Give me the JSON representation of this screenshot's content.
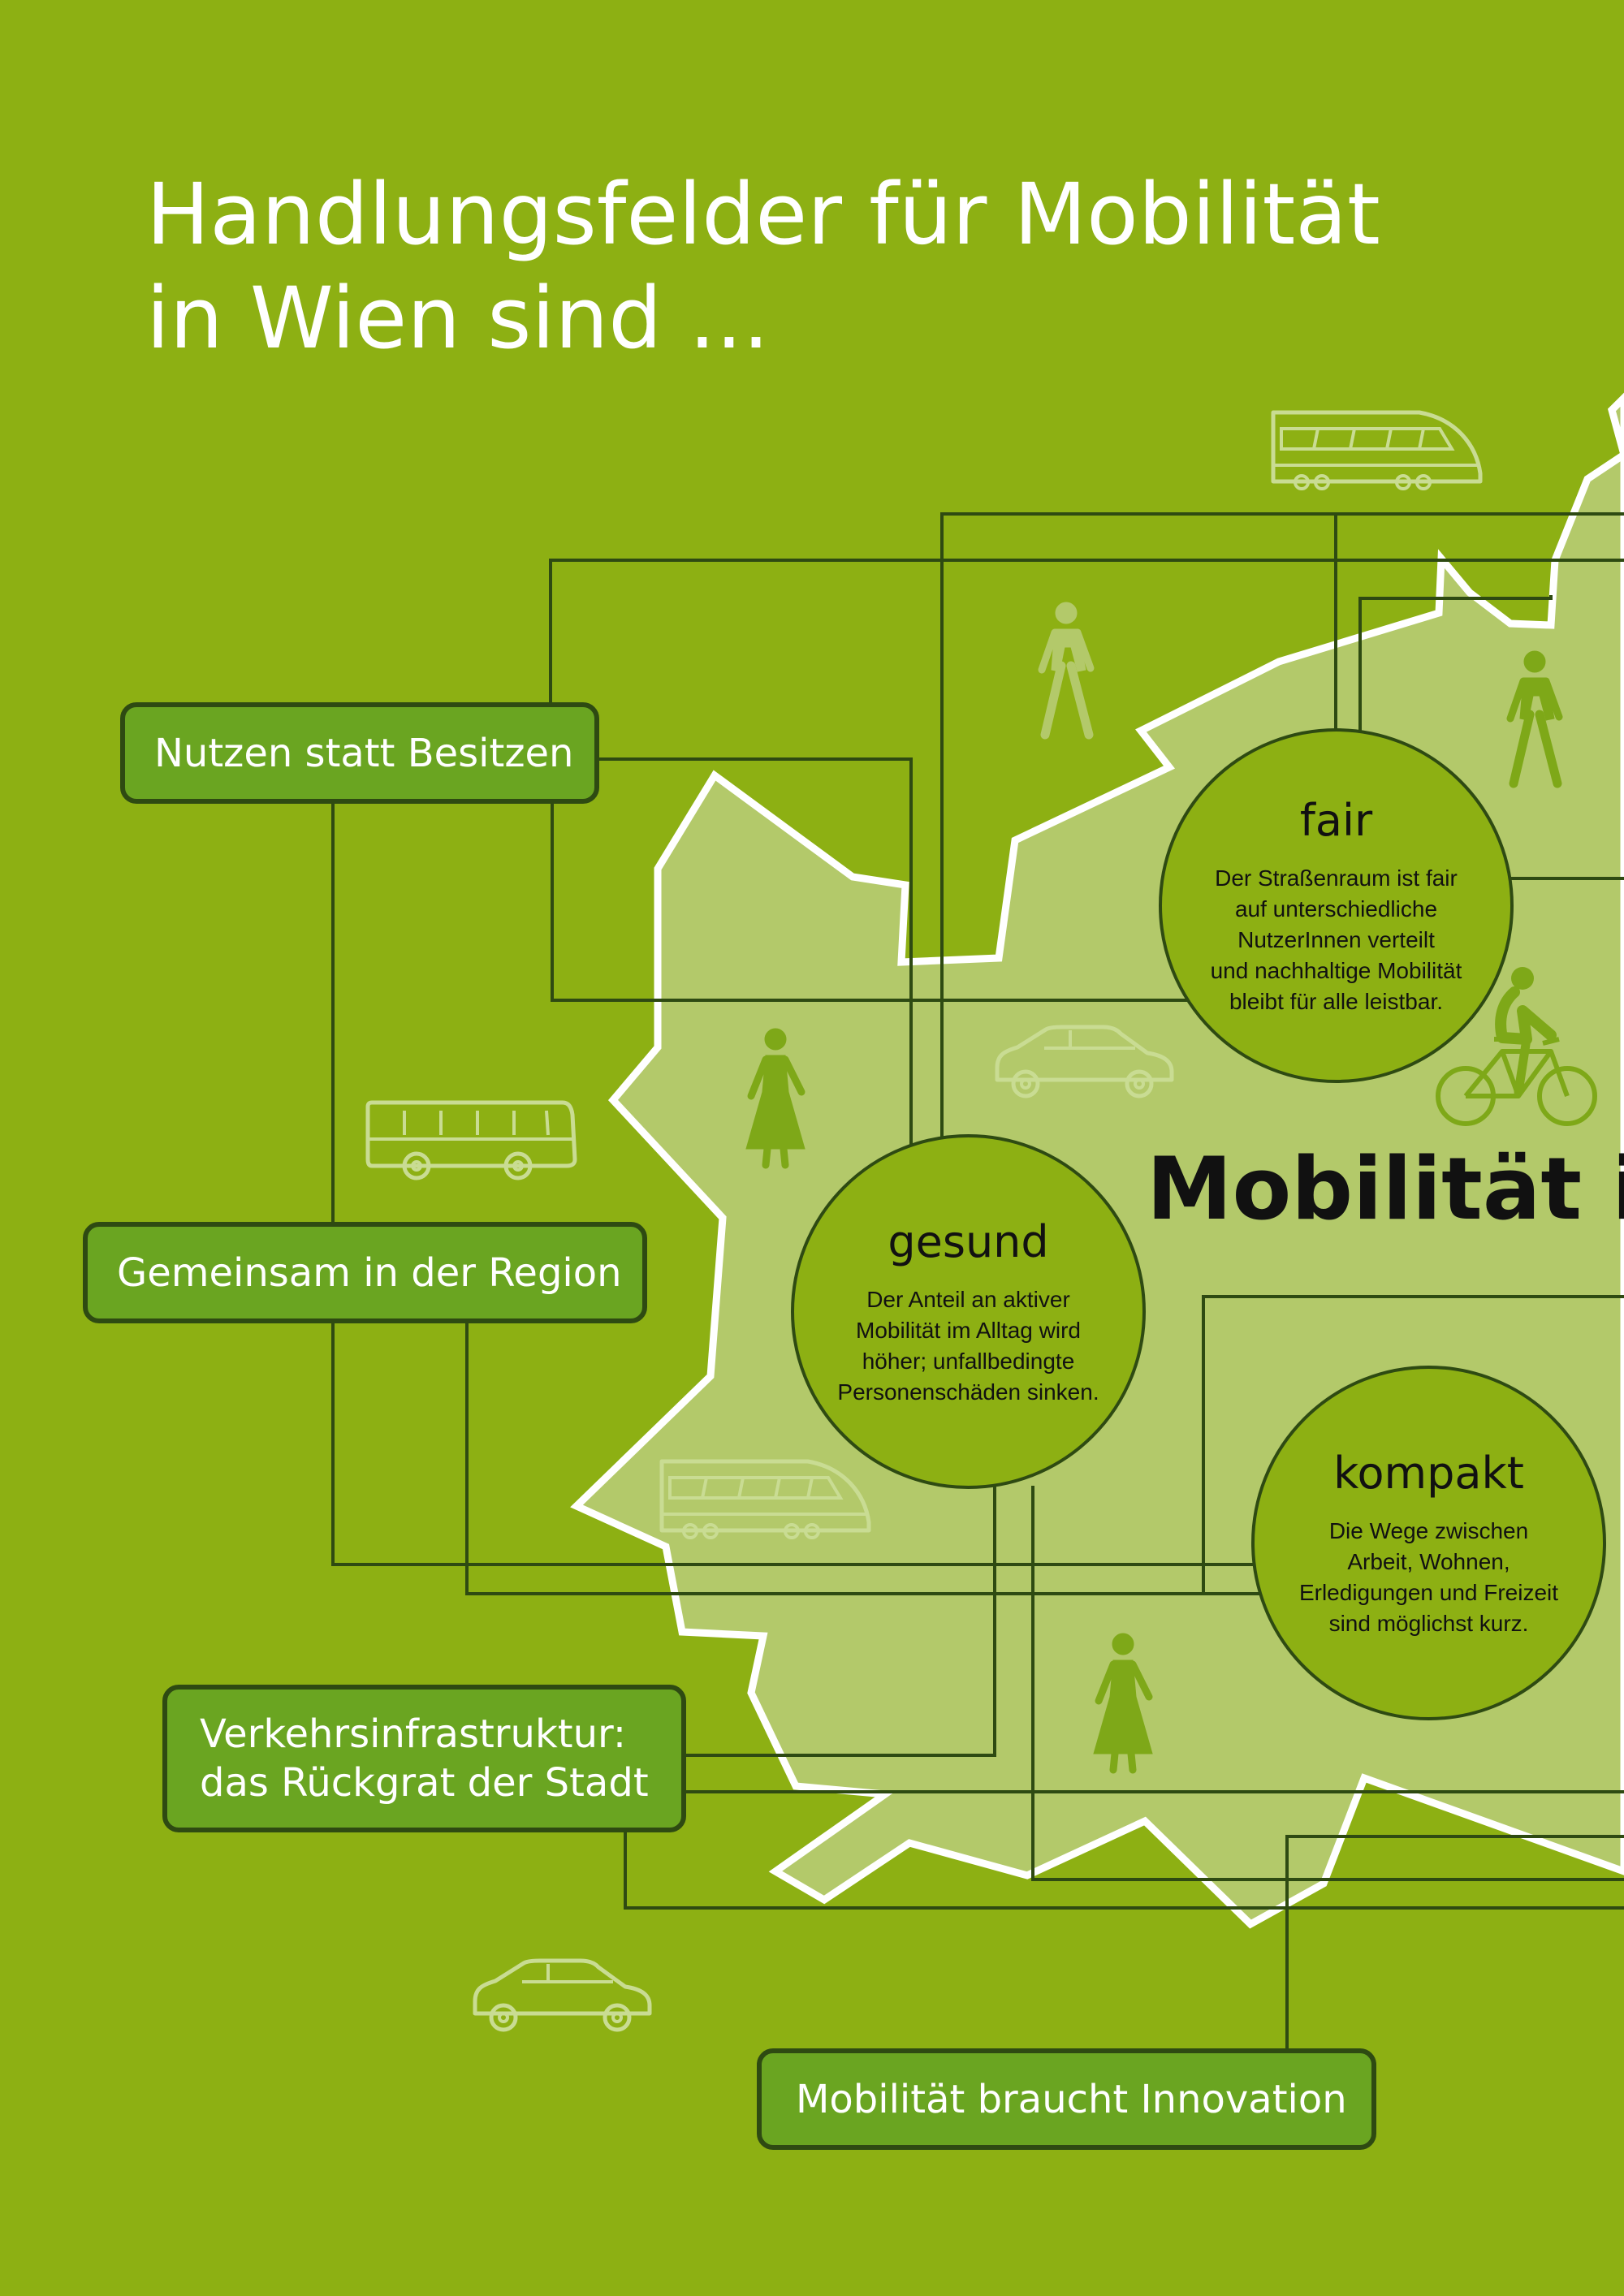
{
  "title": {
    "line1": "Handlungsfelder für Mobilität",
    "line2": "in Wien sind ..."
  },
  "action_fields": [
    {
      "label": "Nutzen statt Besitzen"
    },
    {
      "label": "Gemeinsam in der Region"
    },
    {
      "label_line1": "Verkehrsinfrastruktur:",
      "label_line2": "das Rückgrat der Stadt"
    },
    {
      "label": "Mobilität braucht Innovation"
    }
  ],
  "center_label": "Mobilität in",
  "goals": [
    {
      "title": "fair",
      "lines": [
        "Der Straßenraum ist fair",
        "auf unterschiedliche",
        "NutzerInnen verteilt",
        "und nachhaltige Mobilität",
        "bleibt für alle leistbar."
      ]
    },
    {
      "title": "gesund",
      "lines": [
        "Der Anteil an aktiver",
        "Mobilität im Alltag wird",
        "höher; unfallbedingte",
        "Personenschäden sinken."
      ]
    },
    {
      "title": "kompakt",
      "lines": [
        "Die Wege zwischen",
        "Arbeit, Wohnen,",
        "Erledigungen und Freizeit",
        "sind möglichst kurz."
      ]
    }
  ],
  "colors": {
    "background": "#8db013",
    "map_fill": "#b3c96a",
    "outline": "#ffffff",
    "connector_line": "#2e4a12",
    "box_fill": "#6aa521",
    "icon_outline": "#c9dc93",
    "icon_solid": "#7ea818",
    "text_dark": "#111111",
    "text_light": "#ffffff"
  },
  "icons": [
    "train-icon",
    "pedestrian-icon",
    "bus-icon",
    "car-icon",
    "cyclist-icon"
  ]
}
